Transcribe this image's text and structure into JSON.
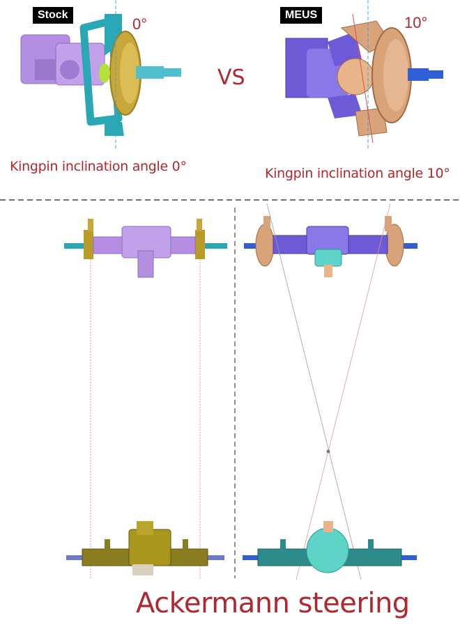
{
  "top_left": {
    "tag": "Stock",
    "angle": "0°",
    "caption": "Kingpin inclination angle 0°"
  },
  "top_right": {
    "tag": "MEUS",
    "angle": "10°",
    "caption": "Kingpin inclination angle 10°"
  },
  "vs_label": "VS",
  "bottom_title": "Ackermann steering",
  "colors": {
    "caption_red": "#b3262e",
    "stock_axle": "#b48ee0",
    "stock_knuckle": "#2aa7b5",
    "stock_hub": "#c8a63a",
    "meus_axle": "#6e5ad6",
    "meus_hub": "#d9a37a",
    "rear_stock": "#8a7d1f",
    "rear_meus": "#2e8b8b",
    "axis_line": "#3aa6d8",
    "guide_line": "#d99a9a"
  }
}
